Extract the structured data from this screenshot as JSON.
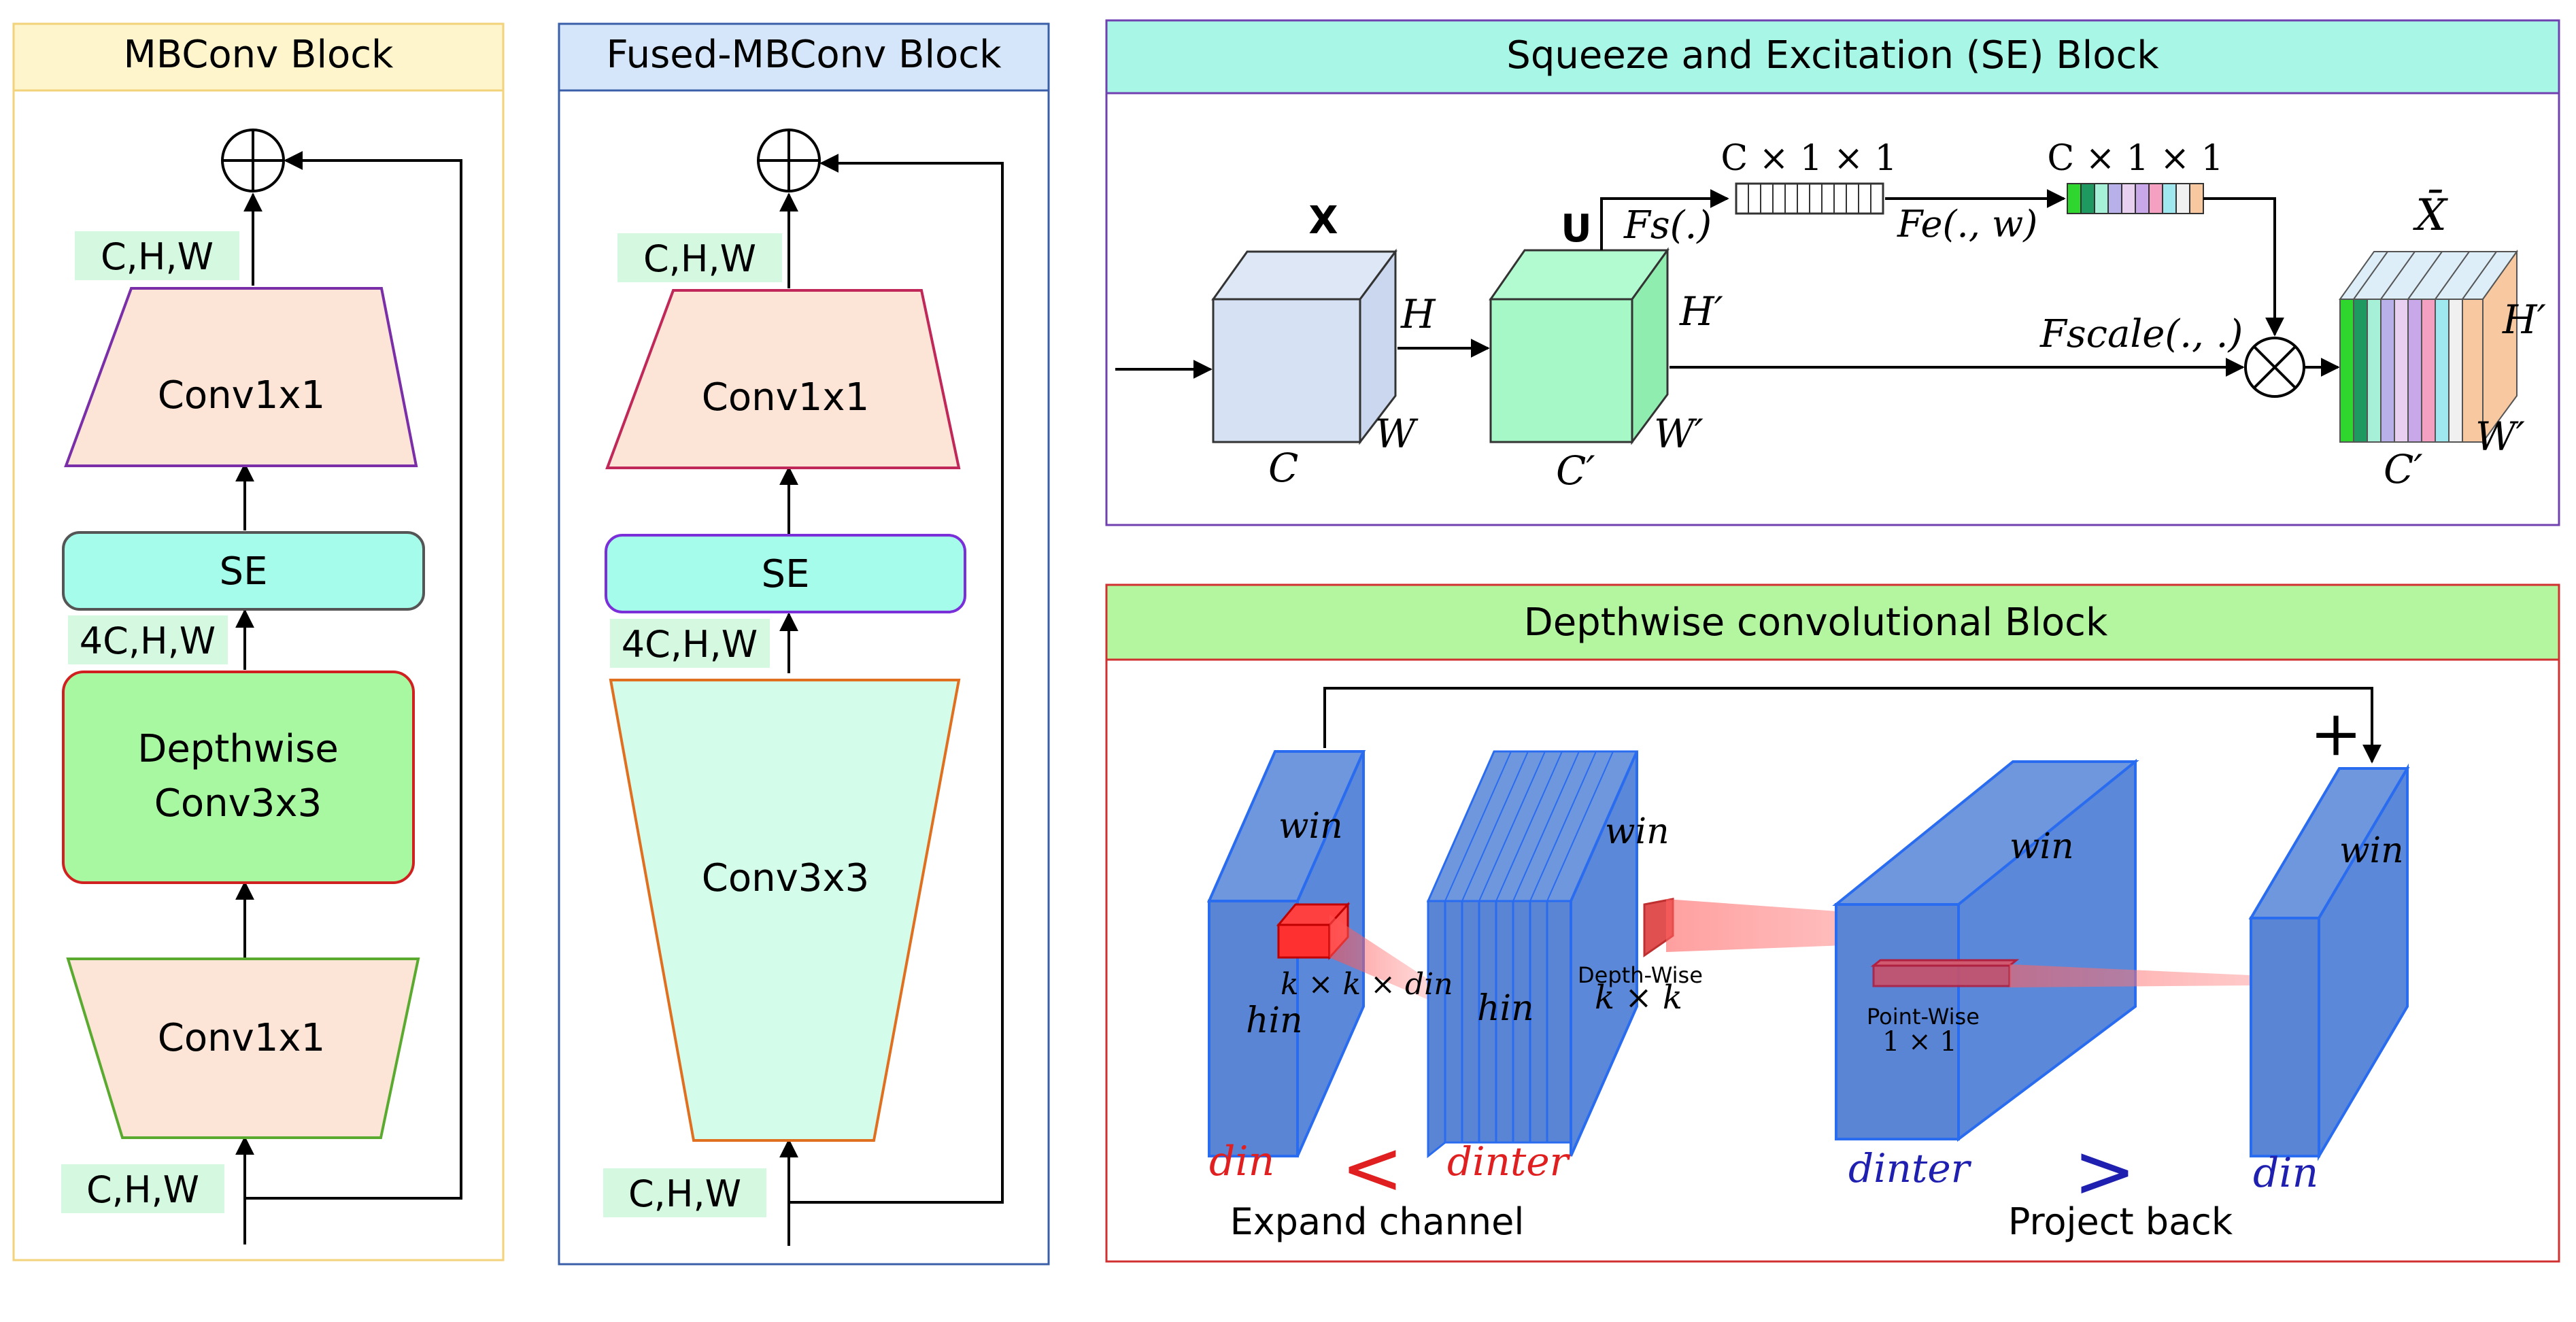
{
  "mbconv": {
    "title": "MBConv Block",
    "dims_top": "C,H,W",
    "conv_top": "Conv1x1",
    "se": "SE",
    "dims_mid": "4C,H,W",
    "depthwise_line1": "Depthwise",
    "depthwise_line2": "Conv3x3",
    "conv_bottom": "Conv1x1",
    "dims_bottom": "C,H,W"
  },
  "fused": {
    "title": "Fused-MBConv Block",
    "dims_top": "C,H,W",
    "conv_top": "Conv1x1",
    "se": "SE",
    "dims_mid": "4C,H,W",
    "conv3": "Conv3x3",
    "dims_bottom": "C,H,W"
  },
  "se_block": {
    "title": "Squeeze and Excitation (SE) Block",
    "x_label": "X",
    "u_label": "U",
    "h": "H",
    "w": "W",
    "c": "C",
    "h_prime": "H′",
    "w_prime": "W′",
    "c_prime": "C′",
    "fs": "Fs(.)",
    "fe": "Fe(., w)",
    "cx11_a": "C × 1 × 1",
    "cx11_b": "C × 1 × 1",
    "fscale": "Fscale(., .)",
    "xbar": "X̄",
    "out_h": "H′",
    "out_w": "W′",
    "out_c": "C′"
  },
  "depthwise_block": {
    "title": "Depthwise convolutional Block",
    "plus": "+",
    "w_in_1": "win",
    "h_in_1": "hin",
    "kkd": "k × k × din",
    "w_in_2": "win",
    "h_in_2": "hin",
    "depth_wise": "Depth-Wise",
    "kk": "k × k",
    "w_in_3": "win",
    "point_wise": "Point-Wise",
    "one_by_one": "1 × 1",
    "w_in_4": "win",
    "d_in_left": "din",
    "less_than": "<",
    "d_inter_left": "dinter",
    "d_inter_right": "dinter",
    "greater_than": ">",
    "d_in_right": "din",
    "expand": "Expand channel",
    "project": "Project back"
  },
  "colors": {
    "mbconv_header": "#FFF5CC",
    "fused_header": "#D6E6FA",
    "se_header": "#A8F6E6",
    "dw_header": "#B4F5A0",
    "trapezoid": "#FCE4D6",
    "se_box": "#A5FCEB",
    "depthwise_box": "#A8F8A1",
    "conv3_box": "#D3FCEB",
    "dim_label": "#D4F8E0",
    "dw_blue": "#5B8AD6",
    "dw_red": "#E02020",
    "dw_dark_blue": "#1F1FB0"
  }
}
